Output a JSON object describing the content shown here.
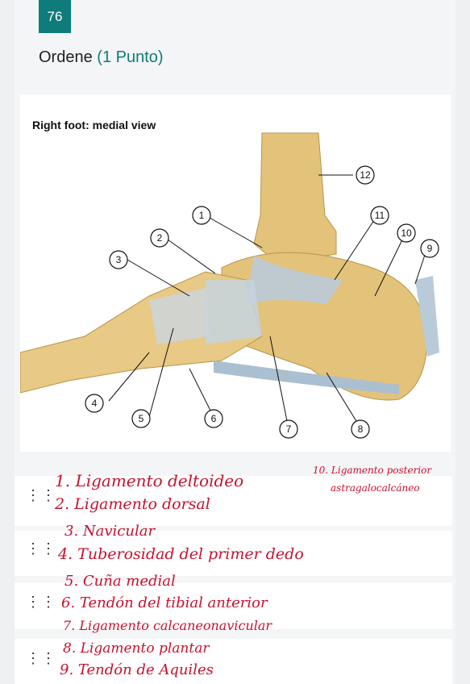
{
  "question": {
    "number": "76",
    "title": "Ordene",
    "points": "(1 Punto)"
  },
  "figure": {
    "title": "Right foot: medial view",
    "callouts": [
      "1",
      "2",
      "3",
      "4",
      "5",
      "6",
      "7",
      "8",
      "9",
      "10",
      "11",
      "12"
    ]
  },
  "handwritten_notes": [
    "1. Ligamento deltoideo",
    "2. Ligamento dorsal",
    "3. Navicular",
    "4. Tuberosidad del primer dedo",
    "5. Cuña medial",
    "6. Tendón del tibial anterior",
    "7. Ligamento calcaneonavicular",
    "8. Ligamento plantar",
    "9. Tendón de Aquiles"
  ],
  "side_note": {
    "line1": "10. Ligamento posterior",
    "line2": "astragalocalcáneo"
  },
  "drag_handle_icon": "⋮⋮",
  "colors": {
    "accent": "#0e7c7b",
    "ink": "#c8112e",
    "bone": "#e3c27a",
    "ligament": "#b9cbd8"
  }
}
